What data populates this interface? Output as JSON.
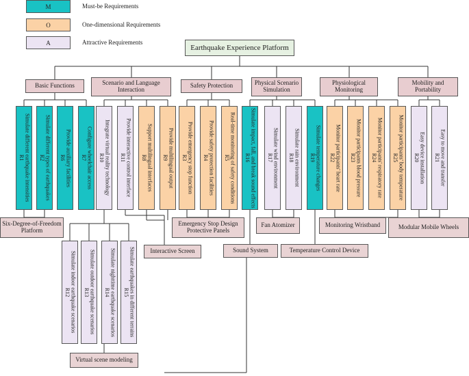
{
  "legend": [
    {
      "symbol": "M",
      "label": "Must-be Requirements",
      "color": "#19c2c4"
    },
    {
      "symbol": "O",
      "label": "One-dimensional Requirements",
      "color": "#fbd2a6"
    },
    {
      "symbol": "A",
      "label": "Attractive Requirements",
      "color": "#ece4f3"
    }
  ],
  "root": "Earthquake Experience Platform",
  "categories": [
    "Basic Functions",
    "Scenario and Language Interaction",
    "Safety Protection",
    "Physical Scenario Simulation",
    "Physiological Monitoring",
    "Mobility and Portability"
  ],
  "requirements": [
    {
      "id": "R1",
      "text": "Simulate different earthquake intensities",
      "type": "M"
    },
    {
      "id": "R2",
      "text": "Simulate different types of earthquakes",
      "type": "M"
    },
    {
      "id": "R6",
      "text": "Provide auxiliary facilities",
      "type": "M"
    },
    {
      "id": "R7",
      "text": "Configure wheelchair access",
      "type": "M"
    },
    {
      "id": "R10",
      "text": "Integrate virtual reality technology",
      "type": "A"
    },
    {
      "id": "R11",
      "text": "Provide interactive control interface",
      "type": "A"
    },
    {
      "id": "R8",
      "text": "Support multilingual interfaces",
      "type": "O"
    },
    {
      "id": "R9",
      "text": "Provide multilingual output",
      "type": "O"
    },
    {
      "id": "R3",
      "text": "Provide emergency stop function",
      "type": "O"
    },
    {
      "id": "R4",
      "text": "Provide safety protection facilities",
      "type": "O"
    },
    {
      "id": "R5",
      "text": "Real-time monitoring of safety conditions",
      "type": "O"
    },
    {
      "id": "R16",
      "text": "Simulate impact, fall, and break sound effects",
      "type": "M"
    },
    {
      "id": "R17",
      "text": "Simulate wind environment",
      "type": "A"
    },
    {
      "id": "R18",
      "text": "Simulate rain environment",
      "type": "A"
    },
    {
      "id": "R19",
      "text": "Simulate temperature changes",
      "type": "M"
    },
    {
      "id": "R22",
      "text": "Monitor participants' heart rate",
      "type": "O"
    },
    {
      "id": "R23",
      "text": "Monitor participants blood pressure",
      "type": "O"
    },
    {
      "id": "R24",
      "text": "Monitor participants' respiratory rate",
      "type": "O"
    },
    {
      "id": "R25",
      "text": "Monitor participants' body temperature",
      "type": "O"
    },
    {
      "id": "R20",
      "text": "Easy device installation",
      "type": "A"
    },
    {
      "id": "R21",
      "text": "Easy to move and transfer",
      "type": "A"
    }
  ],
  "scenarios": [
    {
      "id": "R12",
      "text": "Simulate indoor earthquake scenarios",
      "type": "A"
    },
    {
      "id": "R13",
      "text": "Simulate outdoor earthquake scenarios",
      "type": "A"
    },
    {
      "id": "R14",
      "text": "Simulate nighttime earthquake scenarios",
      "type": "A"
    },
    {
      "id": "R15",
      "text": "Simulate earthquakes in different terrains",
      "type": "A"
    }
  ],
  "resources": {
    "six_dof": "Six-Degree-of-Freedom Platform",
    "emergency": "Emergency Stop Design Protective Panels",
    "fan": "Fan Atomizer",
    "wristband": "Monitoring Wristband",
    "wheels": "Modular Mobile Wheels",
    "interactive_screen": "Interactive Screen",
    "sound_system": "Sound System",
    "temperature": "Temperature Control Device",
    "virtual_scene": "Virtual scene modeling"
  }
}
